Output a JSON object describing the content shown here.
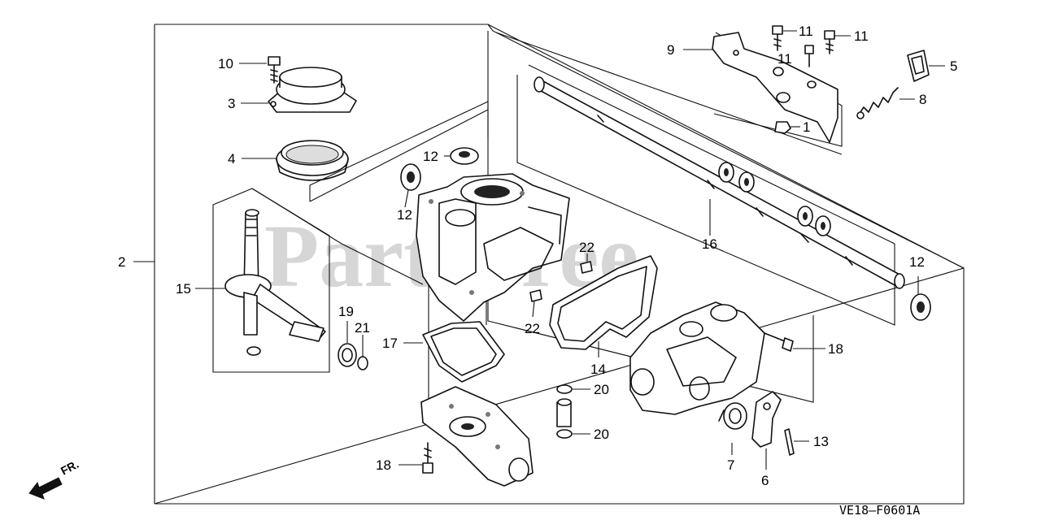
{
  "watermark": "PartsTree",
  "diagram_code": "VE18—F0601A",
  "direction_label": "FR.",
  "callouts": [
    {
      "id": "c10",
      "text": "10"
    },
    {
      "id": "c3",
      "text": "3"
    },
    {
      "id": "c4",
      "text": "4"
    },
    {
      "id": "c2",
      "text": "2"
    },
    {
      "id": "c15",
      "text": "15"
    },
    {
      "id": "c19",
      "text": "19"
    },
    {
      "id": "c21",
      "text": "21"
    },
    {
      "id": "c17",
      "text": "17"
    },
    {
      "id": "c12a",
      "text": "12"
    },
    {
      "id": "c12b",
      "text": "12"
    },
    {
      "id": "c22a",
      "text": "22"
    },
    {
      "id": "c22b",
      "text": "22"
    },
    {
      "id": "c14",
      "text": "14"
    },
    {
      "id": "c20a",
      "text": "20"
    },
    {
      "id": "c20b",
      "text": "20"
    },
    {
      "id": "c18a",
      "text": "18"
    },
    {
      "id": "c18b",
      "text": "18"
    },
    {
      "id": "c16",
      "text": "16"
    },
    {
      "id": "c12c",
      "text": "12"
    },
    {
      "id": "c9",
      "text": "9"
    },
    {
      "id": "c11a",
      "text": "11"
    },
    {
      "id": "c11b",
      "text": "11"
    },
    {
      "id": "c11c",
      "text": "11"
    },
    {
      "id": "c5",
      "text": "5"
    },
    {
      "id": "c8",
      "text": "8"
    },
    {
      "id": "c1",
      "text": "1"
    },
    {
      "id": "c7",
      "text": "7"
    },
    {
      "id": "c6",
      "text": "6"
    },
    {
      "id": "c13",
      "text": "13"
    }
  ]
}
